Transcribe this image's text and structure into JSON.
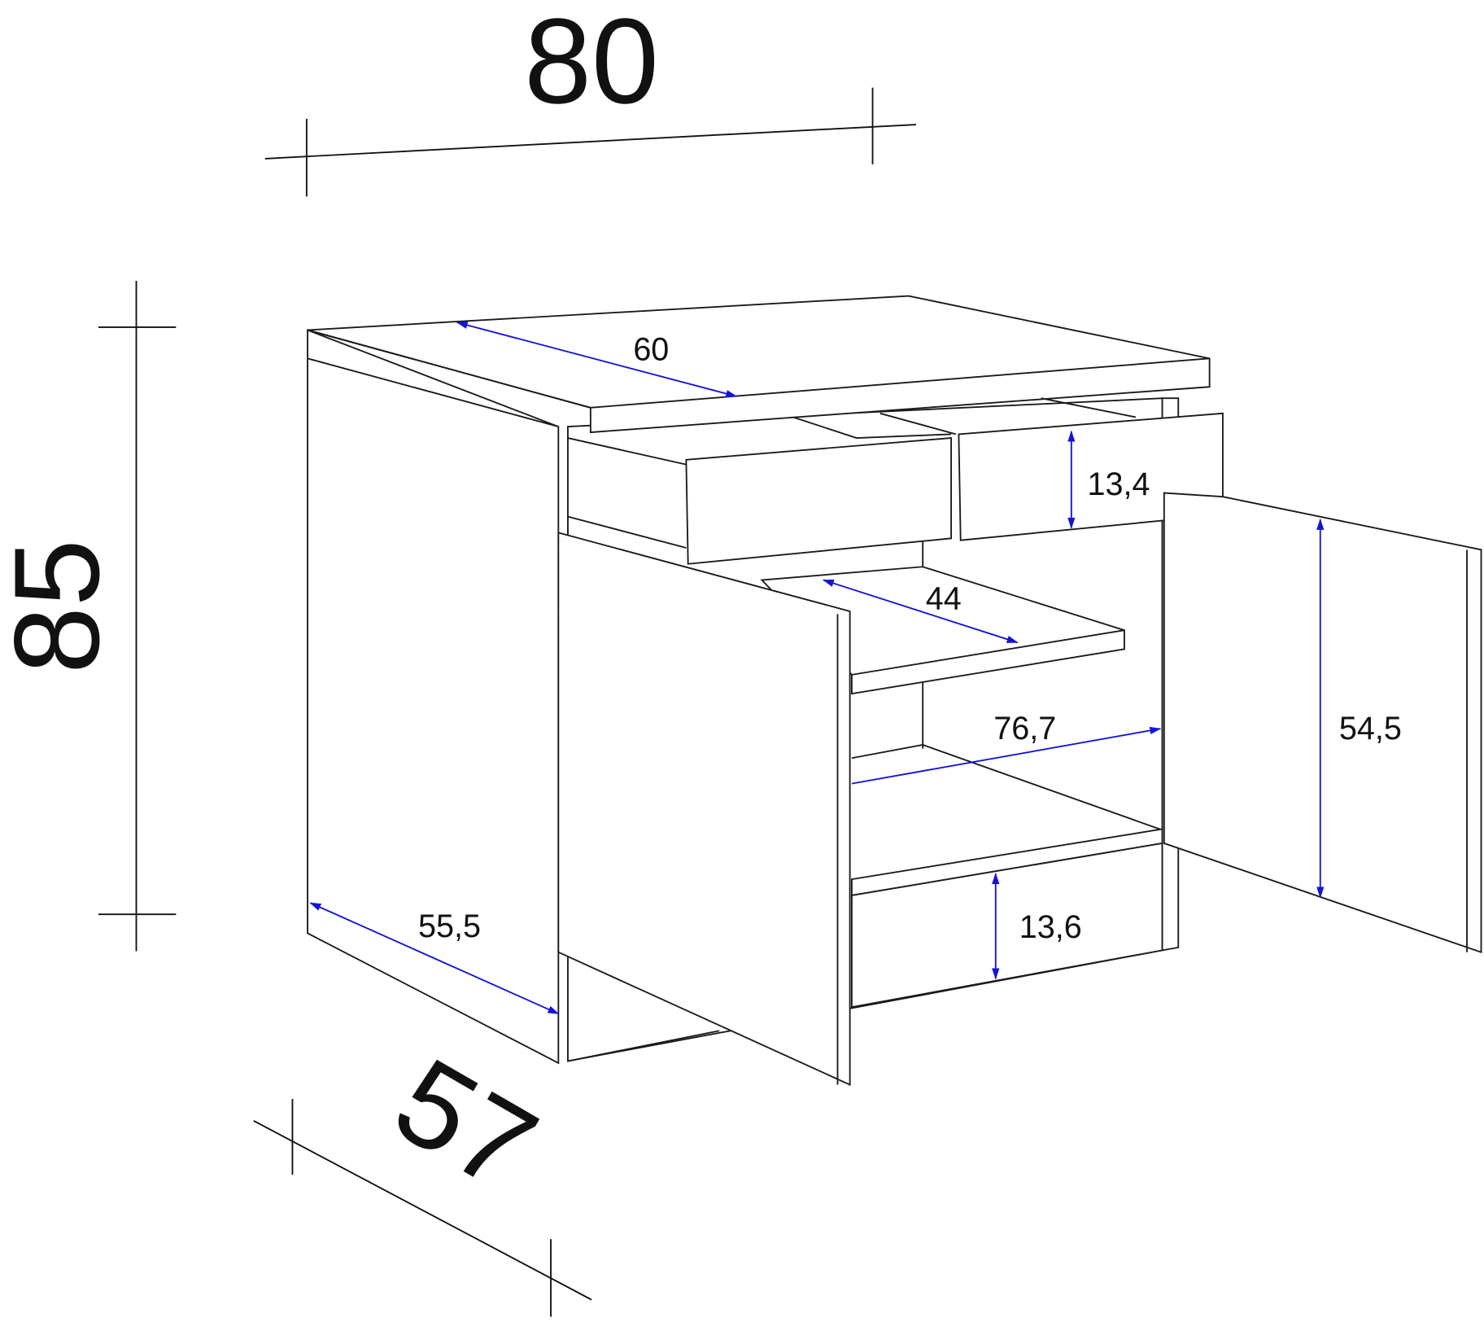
{
  "overall": {
    "width": "80",
    "height": "85",
    "depth": "57"
  },
  "inner": {
    "top_depth": "60",
    "drawer_height": "13,4",
    "shelf_depth": "44",
    "inner_width": "76,7",
    "door_height": "54,5",
    "side_depth": "55,5",
    "plinth_height": "13,6"
  },
  "colors": {
    "line": "#1a1a1a",
    "inner_dimension_arrow": "#1414d8"
  }
}
